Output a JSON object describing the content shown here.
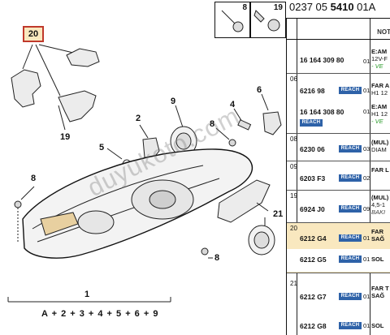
{
  "reference": {
    "prefix": "0237 05",
    "bold": "5410",
    "suffix": "01A"
  },
  "header": {
    "nota": "NOT"
  },
  "thumbnails": [
    {
      "label": "8"
    },
    {
      "label": "19"
    }
  ],
  "diagram": {
    "highlighted_callout": "20",
    "callouts": [
      {
        "id": "c19a",
        "label": "19"
      },
      {
        "id": "c2",
        "label": "2"
      },
      {
        "id": "c9a",
        "label": "9"
      },
      {
        "id": "c4",
        "label": "4"
      },
      {
        "id": "c6",
        "label": "6"
      },
      {
        "id": "c8a",
        "label": "8"
      },
      {
        "id": "c5",
        "label": "5"
      },
      {
        "id": "c8b",
        "label": "8"
      },
      {
        "id": "c21",
        "label": "21"
      },
      {
        "id": "c9b",
        "label": "9"
      },
      {
        "id": "c8c",
        "label": "8"
      },
      {
        "id": "c1",
        "label": "1"
      }
    ],
    "watermark": "duyukoto.com",
    "formula": "A + 2 + 3 + 4 + 5 + 6 + 9"
  },
  "parts": [
    {
      "group": "",
      "highlight": false,
      "lines": [
        {
          "pn": "16 164 309 80",
          "reach": false,
          "qty": "01",
          "d1": "E:AM",
          "d2": "12V-F",
          "d3": "- VE"
        }
      ]
    },
    {
      "group": "06",
      "highlight": false,
      "lines": [
        {
          "pn": "6216 98",
          "reach": true,
          "qty": "01",
          "d1": "FAR A",
          "d2": "H1 12",
          "d3": ""
        },
        {
          "pn": "16 164 308 80",
          "reach": true,
          "qty": "01",
          "d1": "E:AM",
          "d2": "H1 12",
          "d3": "- VE"
        }
      ]
    },
    {
      "group": "08",
      "highlight": false,
      "lines": [
        {
          "pn": "6230 06",
          "reach": true,
          "qty": "03",
          "d1": "(MUL)",
          "d2": "DIAM",
          "d3": ""
        }
      ]
    },
    {
      "group": "09",
      "highlight": false,
      "lines": [
        {
          "pn": "6203 F3",
          "reach": true,
          "qty": "02",
          "d1": "FAR L",
          "d2": "",
          "d3": ""
        }
      ]
    },
    {
      "group": "19",
      "highlight": false,
      "lines": [
        {
          "pn": "6924 J0",
          "reach": true,
          "qty": "09",
          "d1": "(MUL)",
          "d2": "4,5-1",
          "d3": "BAKI"
        }
      ]
    },
    {
      "group": "20",
      "highlight": true,
      "lines": [
        {
          "pn": "6212 G4",
          "reach": true,
          "qty": "01",
          "d1": "FAR",
          "d2": "SAĞ",
          "d3": ""
        },
        {
          "pn": "6212 G5",
          "reach": true,
          "qty": "01",
          "d1": "SOL",
          "d2": "",
          "d3": ""
        }
      ]
    },
    {
      "group": "21",
      "highlight": false,
      "lines": [
        {
          "pn": "6212 G7",
          "reach": true,
          "qty": "01",
          "d1": "FAR T",
          "d2": "SAĞ",
          "d3": ""
        },
        {
          "pn": "6212 G8",
          "reach": true,
          "qty": "01",
          "d1": "SOL",
          "d2": "",
          "d3": ""
        }
      ]
    }
  ]
}
